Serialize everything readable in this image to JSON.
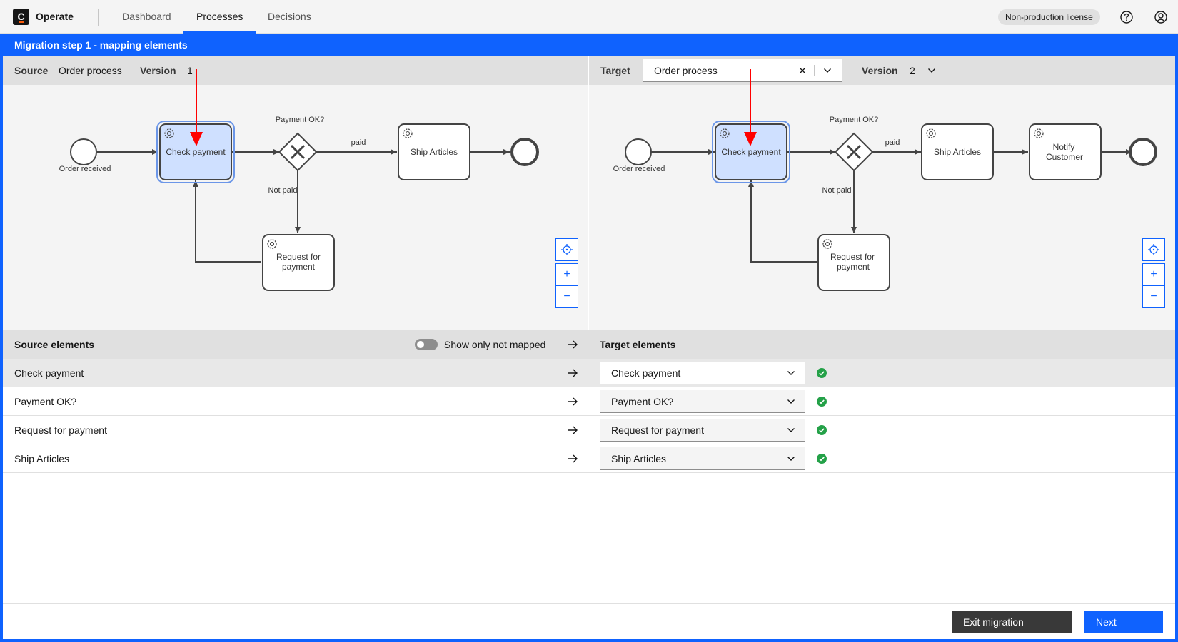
{
  "app": {
    "logo_letter": "C",
    "name": "Operate"
  },
  "nav": {
    "tabs": [
      {
        "label": "Dashboard"
      },
      {
        "label": "Processes"
      },
      {
        "label": "Decisions"
      }
    ],
    "active": "Processes"
  },
  "header": {
    "license": "Non-production license",
    "icons": [
      "help-icon",
      "user-icon"
    ]
  },
  "migration": {
    "title": "Migration step 1 - mapping elements"
  },
  "source": {
    "label": "Source",
    "process": "Order process",
    "version_label": "Version",
    "version": "1"
  },
  "target": {
    "label": "Target",
    "process": "Order process",
    "version_label": "Version",
    "version": "2"
  },
  "source_diagram": {
    "start_event": "Order received",
    "tasks": {
      "check_payment": "Check payment",
      "ship_articles": "Ship Articles",
      "request_line1": "Request for",
      "request_line2": "payment"
    },
    "gateway": "Payment OK?",
    "flows": {
      "paid": "paid",
      "not_paid": "Not paid"
    }
  },
  "target_diagram": {
    "start_event": "Order received",
    "tasks": {
      "check_payment": "Check payment",
      "ship_articles": "Ship Articles",
      "notify_line1": "Notify",
      "notify_line2": "Customer",
      "request_line1": "Request for",
      "request_line2": "payment"
    },
    "gateway": "Payment OK?",
    "flows": {
      "paid": "paid",
      "not_paid": "Not paid"
    }
  },
  "zoom_controls": {
    "reset": "reset-zoom-icon",
    "in": "+",
    "out": "−"
  },
  "mapping": {
    "source_header": "Source elements",
    "toggle_label": "Show only not mapped",
    "target_header": "Target elements",
    "rows": [
      {
        "source": "Check payment",
        "target": "Check payment",
        "mapped": true,
        "selected": true
      },
      {
        "source": "Payment OK?",
        "target": "Payment OK?",
        "mapped": true,
        "selected": false
      },
      {
        "source": "Request for payment",
        "target": "Request for payment",
        "mapped": true,
        "selected": false
      },
      {
        "source": "Ship Articles",
        "target": "Ship Articles",
        "mapped": true,
        "selected": false
      }
    ]
  },
  "footer": {
    "exit_label": "Exit migration",
    "next_label": "Next"
  },
  "colors": {
    "accent": "#0f62fe",
    "selected_task": "#cfe0ff",
    "success": "#24a148",
    "overlay_arrow": "#ff0000"
  }
}
